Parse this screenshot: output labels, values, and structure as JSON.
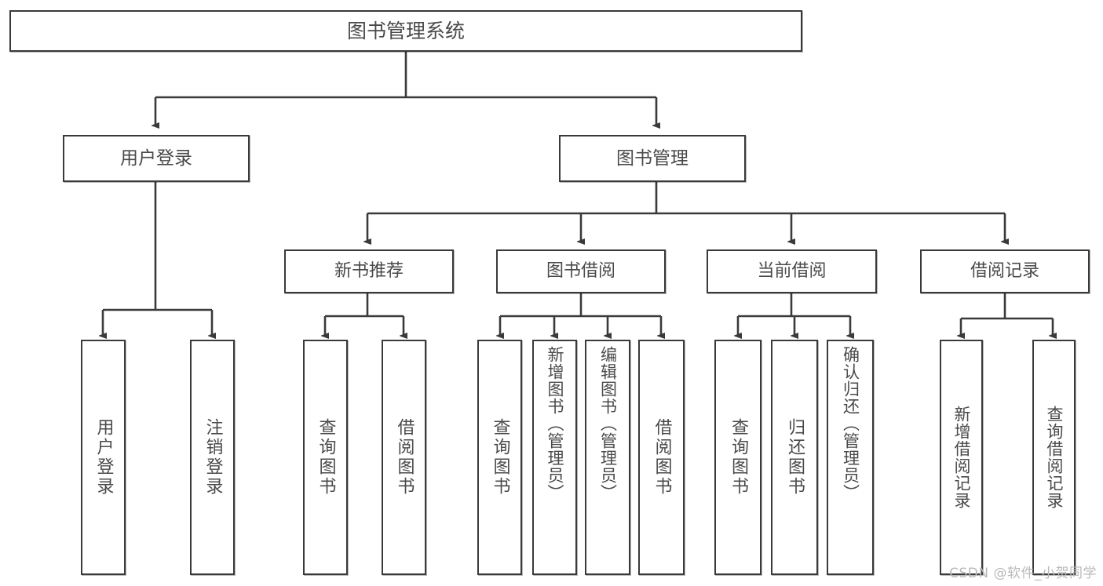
{
  "diagram": {
    "type": "tree-hierarchy",
    "title": "图书管理系统",
    "watermark": "CSDN @软件_小贺同学",
    "style": {
      "box_border_color": "#3a3a3a",
      "box_fill_color": "#ffffff",
      "text_color": "#4a4a4a",
      "connector_color": "#3a3a3a",
      "background_color": "#ffffff",
      "watermark_color": "#b9b9b9"
    },
    "nodes": {
      "root": {
        "label": "图书管理系统"
      },
      "level1": [
        {
          "label": "用户登录"
        },
        {
          "label": "图书管理"
        }
      ],
      "level2": [
        {
          "label": "新书推荐"
        },
        {
          "label": "图书借阅"
        },
        {
          "label": "当前借阅"
        },
        {
          "label": "借阅记录"
        }
      ],
      "leaves": {
        "user_login": [
          {
            "label": "用户登录"
          },
          {
            "label": "注销登录"
          }
        ],
        "new_book_recommend": [
          {
            "label": "查询图书"
          },
          {
            "label": "借阅图书"
          }
        ],
        "book_borrow": [
          {
            "label": "查询图书"
          },
          {
            "label": "新增图书（管理员）"
          },
          {
            "label": "编辑图书（管理员）"
          },
          {
            "label": "借阅图书"
          }
        ],
        "current_borrow": [
          {
            "label": "查询图书"
          },
          {
            "label": "归还图书"
          },
          {
            "label": "确认归还（管理员）"
          }
        ],
        "borrow_record": [
          {
            "label": "新增借阅记录"
          },
          {
            "label": "查询借阅记录"
          }
        ]
      }
    }
  }
}
